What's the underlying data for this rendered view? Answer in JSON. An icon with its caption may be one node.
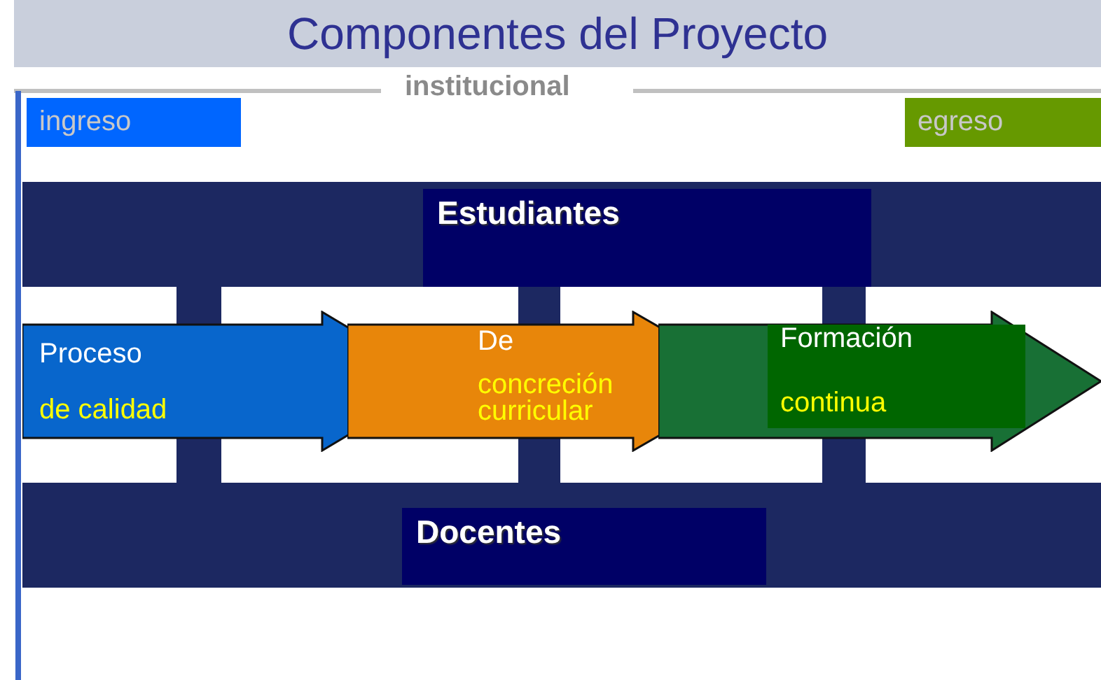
{
  "diagram": {
    "title": "Componentes del Proyecto",
    "nodes": [
      {
        "text": [
          "institucional"
        ]
      },
      {
        "text": [
          "ingreso"
        ],
        "in": 0
      },
      {
        "text": [
          "egreso"
        ],
        "in": 0
      },
      {
        "text": [
          "Estudiantes"
        ],
        "in": 0
      },
      {
        "text": [
          "Proceso",
          "de calidad"
        ],
        "in": 0
      },
      {
        "text": [
          "De",
          "concreción curricular"
        ],
        "in": 0
      },
      {
        "text": [
          "Formación",
          "continua"
        ],
        "in": 0
      },
      {
        "text": [
          "Docentes"
        ],
        "in": 0
      }
    ]
  }
}
